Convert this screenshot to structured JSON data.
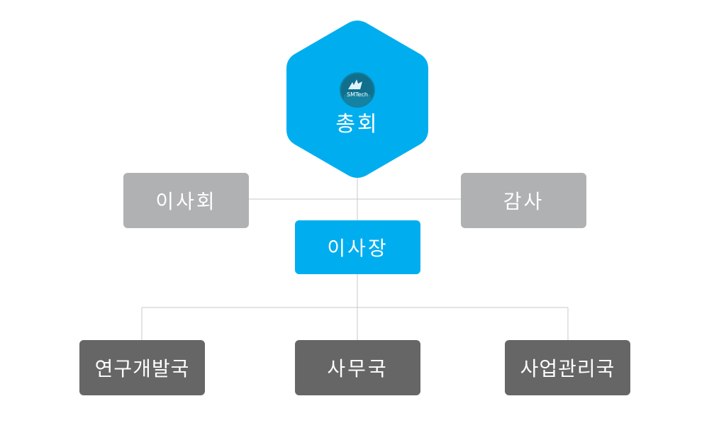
{
  "diagram": {
    "top": {
      "label": "총회",
      "logo_text": "SMTech",
      "logo_icon": "ship-logo-icon"
    },
    "left_box": {
      "label": "이사회"
    },
    "right_box": {
      "label": "감사"
    },
    "center_box": {
      "label": "이사장"
    },
    "departments": [
      {
        "label": "연구개발국"
      },
      {
        "label": "사무국"
      },
      {
        "label": "사업관리국"
      }
    ]
  },
  "colors": {
    "primary_blue": "#00aeef",
    "gray_box": "#b0b1b3",
    "dark_box": "#666666",
    "connector": "#c8c8c8"
  }
}
